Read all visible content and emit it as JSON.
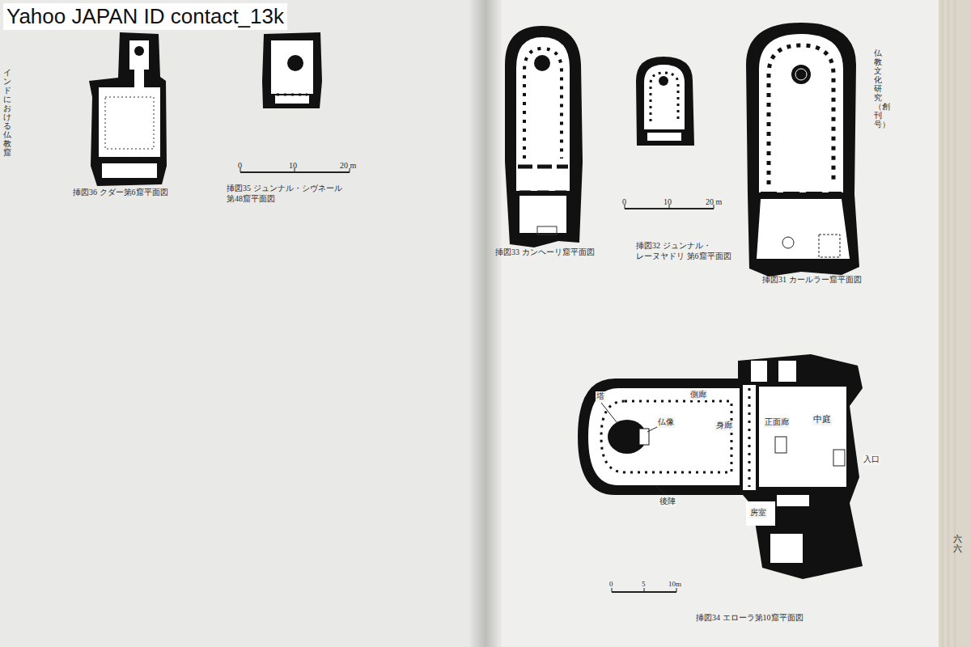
{
  "diagram": {
    "labels": [
      "Yahoo JAPAN ID contact_13k",
      "インドにおける仏教窟",
      "挿図36 クダー第6窟平面図",
      "0",
      "10",
      "20 m",
      "挿図35 ジュンナル・シヴネール 第48窟平面図",
      "仏教文化研究（創刊号）",
      "0",
      "10",
      "20 m",
      "挿図33 カンヘーリ窟平面図",
      "挿図32 ジュンナル・レーヌヤドリ 第6窟平面図",
      "挿図31 カールラー窟平面図",
      "塔",
      "仏像",
      "側廊",
      "身廊",
      "正面廊",
      "中庭",
      "入口",
      "房室",
      "後陣",
      "0",
      "5",
      "10m",
      "挿図34 エローラ第10窟平面図",
      "六六"
    ]
  }
}
